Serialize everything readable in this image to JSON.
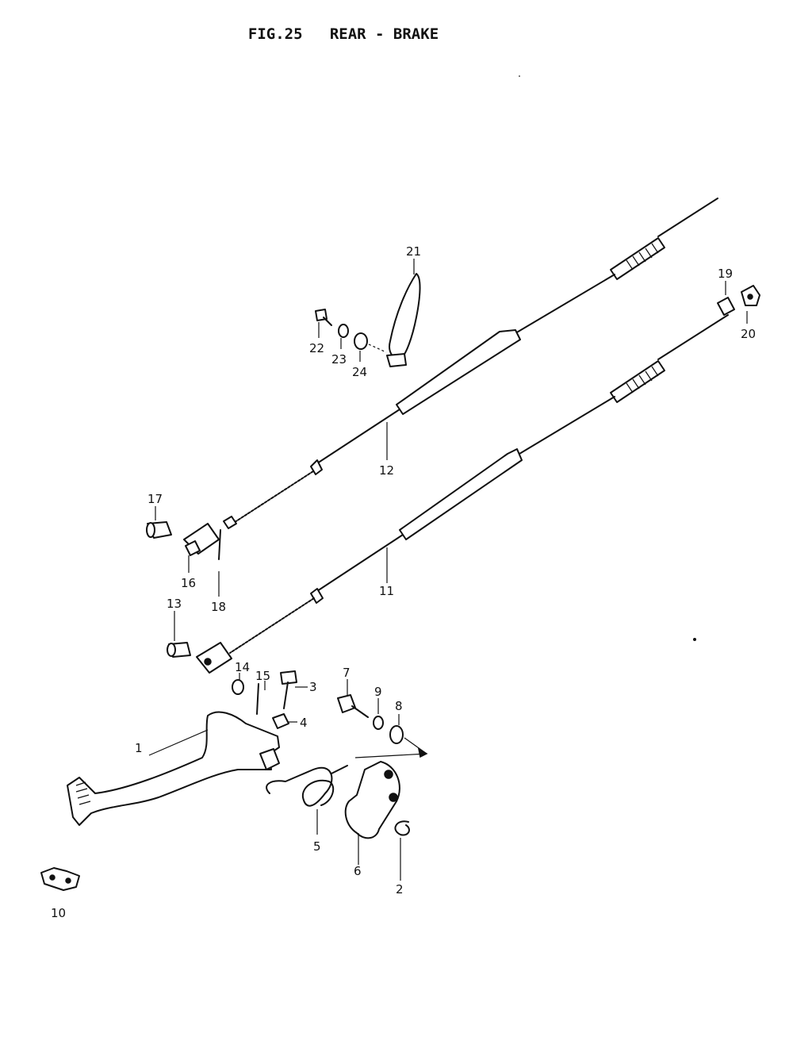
{
  "title": {
    "figure": "FIG.25",
    "text": "REAR - BRAKE"
  },
  "callouts": [
    {
      "id": "c1",
      "label": "1"
    },
    {
      "id": "c2",
      "label": "2"
    },
    {
      "id": "c3",
      "label": "3"
    },
    {
      "id": "c4",
      "label": "4"
    },
    {
      "id": "c5",
      "label": "5"
    },
    {
      "id": "c6",
      "label": "6"
    },
    {
      "id": "c7",
      "label": "7"
    },
    {
      "id": "c8",
      "label": "8"
    },
    {
      "id": "c9",
      "label": "9"
    },
    {
      "id": "c10",
      "label": "10"
    },
    {
      "id": "c11",
      "label": "11"
    },
    {
      "id": "c12",
      "label": "12"
    },
    {
      "id": "c13",
      "label": "13"
    },
    {
      "id": "c14",
      "label": "14"
    },
    {
      "id": "c15",
      "label": "15"
    },
    {
      "id": "c16",
      "label": "16"
    },
    {
      "id": "c17",
      "label": "17"
    },
    {
      "id": "c18",
      "label": "18"
    },
    {
      "id": "c19",
      "label": "19"
    },
    {
      "id": "c20",
      "label": "20"
    },
    {
      "id": "c21",
      "label": "21"
    },
    {
      "id": "c22",
      "label": "22"
    },
    {
      "id": "c23",
      "label": "23"
    },
    {
      "id": "c24",
      "label": "24"
    }
  ]
}
